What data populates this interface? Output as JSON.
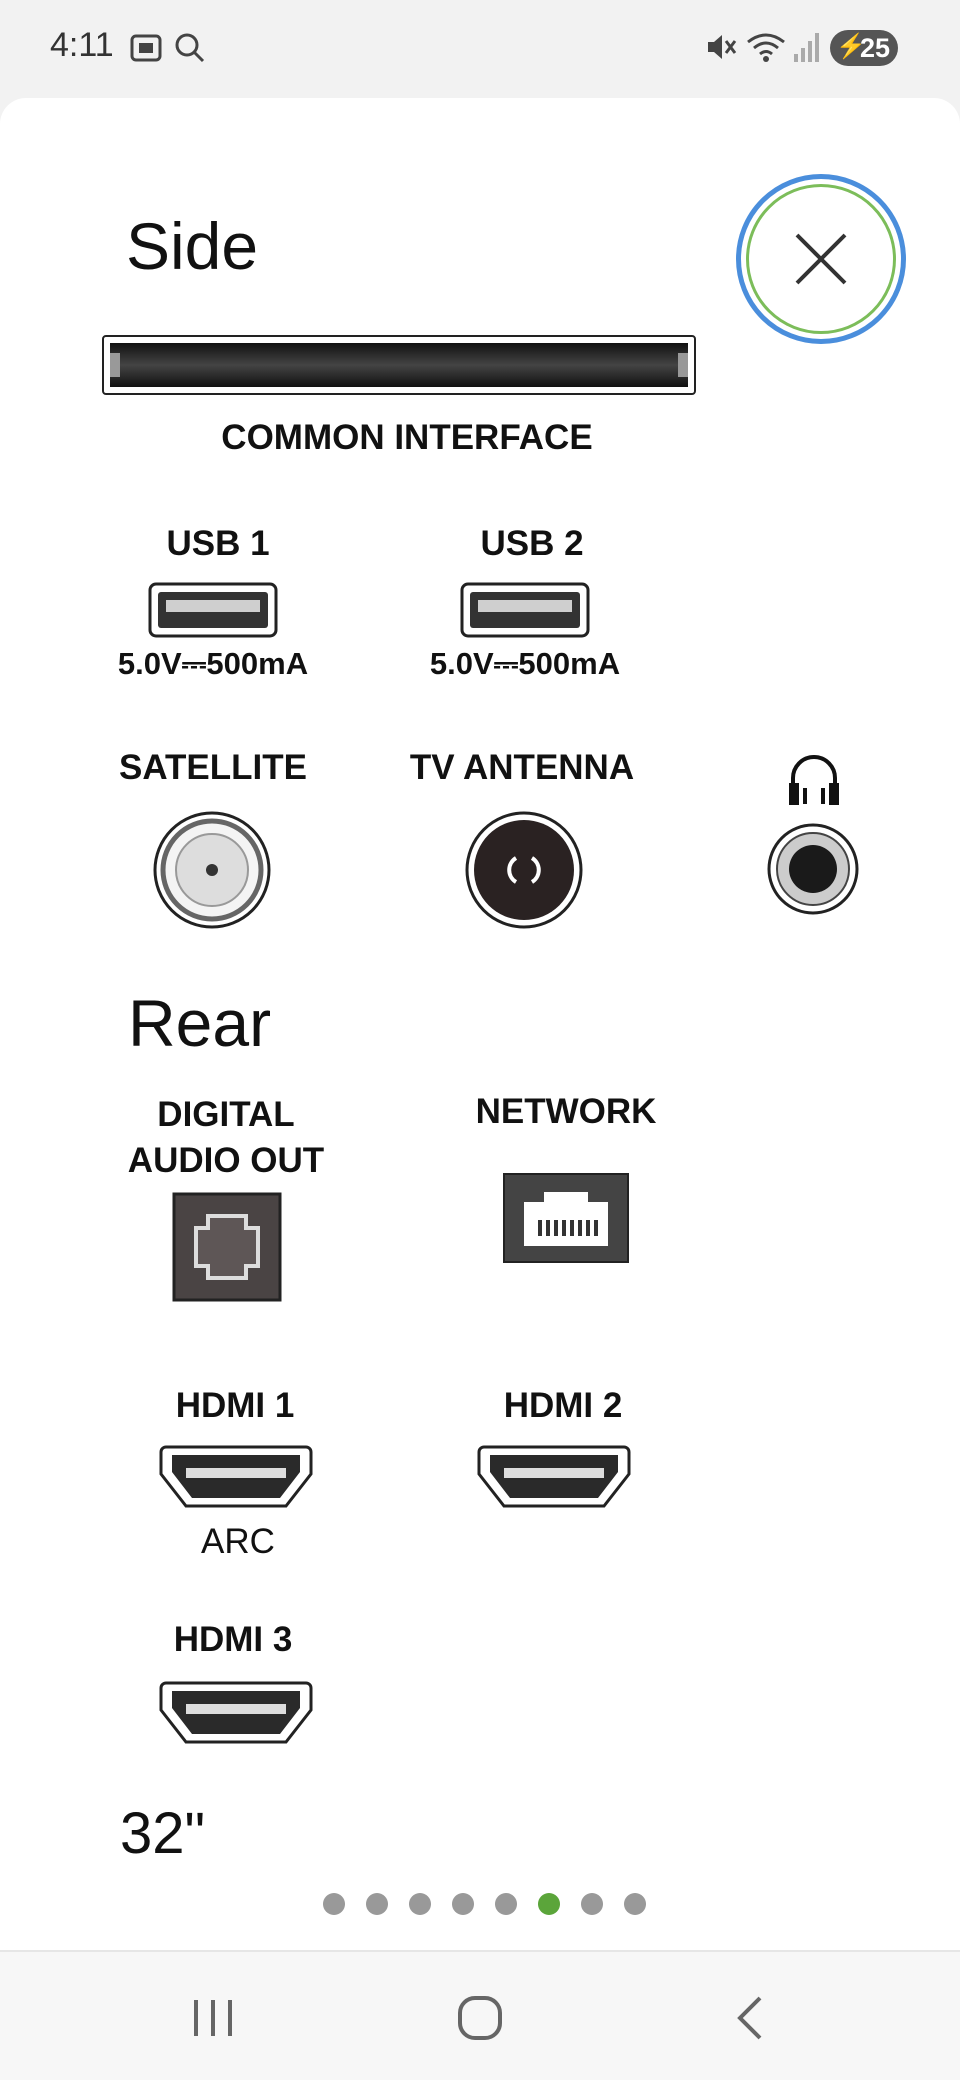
{
  "status_bar": {
    "time": "4:11",
    "battery": "25",
    "icons": [
      "screenshot-icon",
      "search-icon",
      "mute-icon",
      "wifi-icon",
      "signal-icon",
      "battery-charging-icon"
    ]
  },
  "sheet": {
    "side_title": "Side",
    "common_interface_label": "COMMON INTERFACE",
    "usb1": {
      "label": "USB 1",
      "spec": "5.0V⎓500mA"
    },
    "usb2": {
      "label": "USB 2",
      "spec": "5.0V⎓500mA"
    },
    "satellite_label": "SATELLITE",
    "tv_antenna_label": "TV ANTENNA",
    "headphone_icon": "headphone-icon",
    "rear_title": "Rear",
    "digital_audio_out_line1": "DIGITAL",
    "digital_audio_out_line2": "AUDIO OUT",
    "network_label": "NETWORK",
    "hdmi1_label": "HDMI 1",
    "hdmi1_sub": "ARC",
    "hdmi2_label": "HDMI 2",
    "hdmi3_label": "HDMI 3",
    "size_label": "32\""
  },
  "pager": {
    "count": 8,
    "active_index": 5,
    "active_color": "#5ba53a",
    "inactive_color": "#999999"
  },
  "colors": {
    "close_ring_outer": "#4a8edc",
    "close_ring_inner": "#7cbd5a"
  }
}
